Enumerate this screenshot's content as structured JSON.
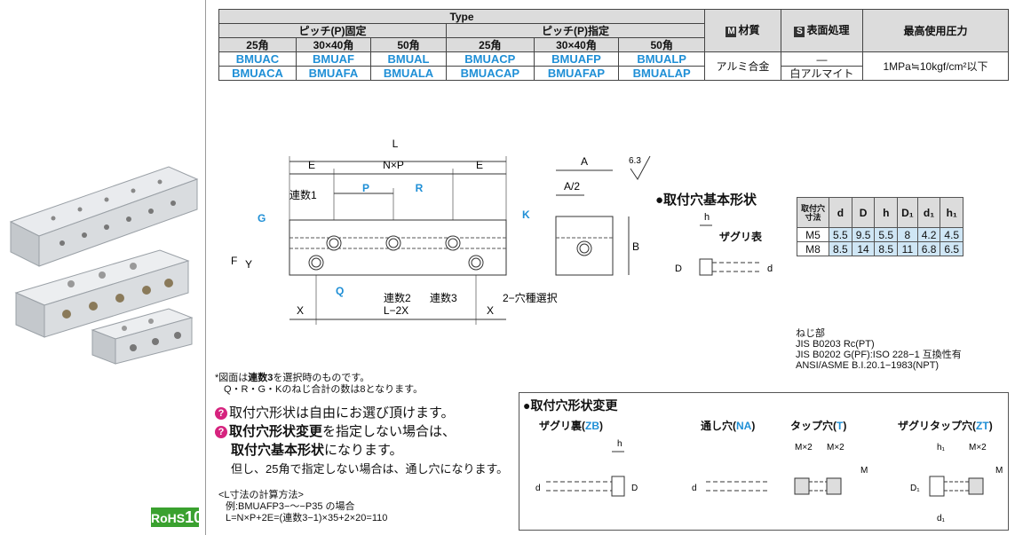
{
  "spec_table": {
    "type_header": "Type",
    "pitch_fixed": "ピッチ(P)固定",
    "pitch_specified": "ピッチ(P)指定",
    "sizes": [
      "25角",
      "30×40角",
      "50角",
      "25角",
      "30×40角",
      "50角"
    ],
    "material_header": "材質",
    "surface_header": "表面処理",
    "pressure_header": "最高使用圧力",
    "material_badge": "M",
    "surface_badge": "S",
    "row1": [
      "BMUAC",
      "BMUAF",
      "BMUAL",
      "BMUACP",
      "BMUAFP",
      "BMUALP"
    ],
    "row2": [
      "BMUACA",
      "BMUAFA",
      "BMUALA",
      "BMUACAP",
      "BMUAFAP",
      "BMUALAP"
    ],
    "material": "アルミ合金",
    "surface_row1": "—",
    "surface_row2": "白アルマイト",
    "pressure": "1MPa≒10kgf/cm²以下"
  },
  "drawing": {
    "L": "L",
    "E": "E",
    "NxP": "N×P",
    "P": "P",
    "R": "R",
    "G": "G",
    "K": "K",
    "Q": "Q",
    "renshu1": "連数1",
    "renshu2": "連数2",
    "renshu3": "連数3",
    "F": "F",
    "Y": "Y",
    "X": "X",
    "L2X": "L−2X",
    "hole_select": "2−穴種選択",
    "A": "A",
    "A2": "A/2",
    "B": "B",
    "roughness": "6.3"
  },
  "mount_basic": {
    "title": "●取付穴基本形状",
    "zaguri": "ザグリ表",
    "h": "h",
    "D": "D",
    "d": "d",
    "table_header": [
      "取付穴\n寸法",
      "d",
      "D",
      "h",
      "D₁",
      "d₁",
      "h₁"
    ],
    "rows": [
      [
        "M5",
        "5.5",
        "9.5",
        "5.5",
        "8",
        "4.2",
        "4.5"
      ],
      [
        "M8",
        "8.5",
        "14",
        "8.5",
        "11",
        "6.8",
        "6.5"
      ]
    ]
  },
  "thread": {
    "title": "ねじ部",
    "line1": "JIS B0203 Rc(PT)",
    "line2": "JIS B0202 G(PF):ISO 228−1 互換性有",
    "line3": "ANSI/ASME B.I.20.1−1983(NPT)"
  },
  "notes": {
    "n1a": "*図面は",
    "n1b": "連数3",
    "n1c": "を選択時のものです。",
    "n2": "Q・R・G・Kのねじ合計の数は8となります。",
    "n3": "取付穴形状は自由にお選び頂けます。",
    "n4a": "取付穴形状変更",
    "n4b": "を指定しない場合は、",
    "n5a": "取付穴基本形状",
    "n5b": "になります。",
    "n6": "但し、25角で指定しない場合は、通し穴になります。",
    "calc_title": "<L寸法の計算方法>",
    "calc1": "例:BMUAFP3−〜−P35 の場合",
    "calc2": "L=N×P+2E=(連数3−1)×35+2×20=110"
  },
  "mount_change": {
    "title": "●取付穴形状変更",
    "zb_label": "ザグリ裏",
    "zb_code": "ZB",
    "na_label": "通し穴",
    "na_code": "NA",
    "t_label": "タップ穴",
    "t_code": "T",
    "zt_label": "ザグリタップ穴",
    "zt_code": "ZT",
    "h": "h",
    "d": "d",
    "D": "D",
    "M": "M",
    "Mx2": "M×2",
    "h1": "h₁",
    "D1": "D₁",
    "d1": "d₁"
  },
  "rohs": {
    "label": "RoHS",
    "num": "10"
  }
}
